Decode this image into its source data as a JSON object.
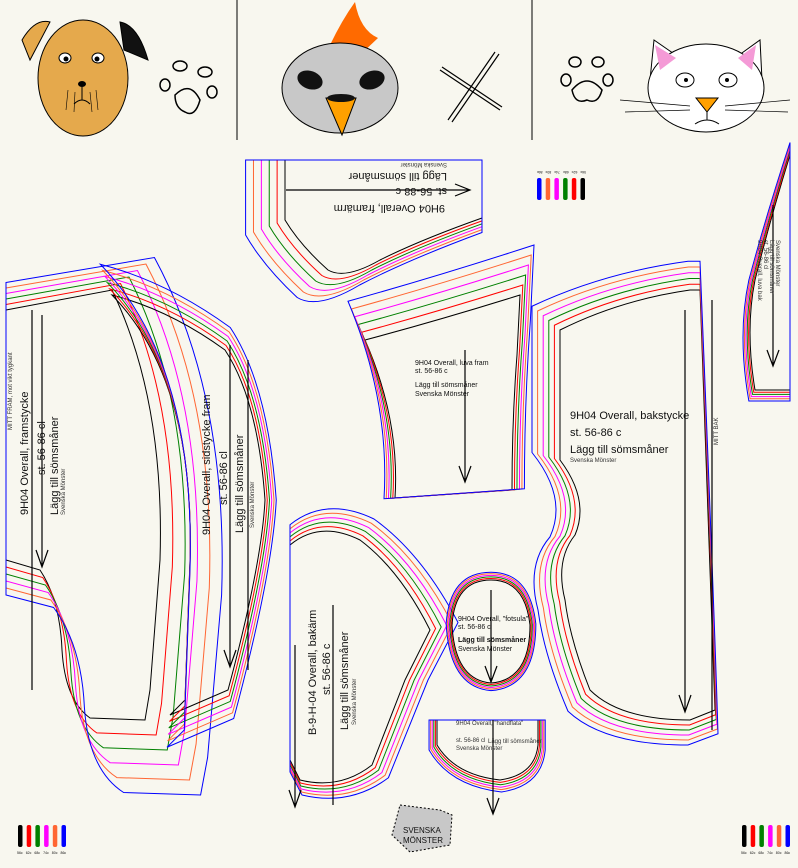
{
  "size_colors": [
    "#000000",
    "#ff0000",
    "#008000",
    "#ff00ff",
    "#ff6633",
    "#0000ff"
  ],
  "size_labels": [
    "56c",
    "62c",
    "68c",
    "74c",
    "80c",
    "86c"
  ],
  "pieces": {
    "framstycke": {
      "title": "9H04 Overall, framstycke",
      "size": "st. 56-86 cl",
      "note": "Lägg till sömsmåner",
      "brand": "Svenska Mönster",
      "fold": "MITT FRAM, mot vikt tygkant"
    },
    "sidstycke": {
      "title": "9H04 Overall, sidstycke fram",
      "size": "st. 56-86 cl",
      "note": "Lägg till sömsmåner",
      "brand": "Svenska Mönster"
    },
    "framarm": {
      "title": "9H04 Overall, framärm",
      "size": "st. 56-88 c",
      "note": "Lägg till sömsmåner",
      "brand": "Svenska Mönster"
    },
    "luva_fram": {
      "title": "9H04 Overall, luva fram",
      "size": "st. 56-86 c",
      "note": "Lägg till sömsmåner",
      "brand": "Svenska Mönster"
    },
    "bakstycke": {
      "title": "9H04 Overall, bakstycke",
      "size": "st. 56-86 c",
      "note": "Lägg till sömsmåner",
      "brand": "Svenska Mönster",
      "fold": "MITT BAK"
    },
    "bakarm": {
      "title": "B-9-H-04 Overall, bakärm",
      "size": "st. 56-86 c",
      "note": "Lägg till sömsmåner",
      "brand": "Svenska Mönster"
    },
    "fotsula": {
      "title": "9H04 Overall, \"fotsula\"",
      "size": "st. 56-86 c",
      "note": "Lägg till sömsmåner",
      "brand": "Svenska Mönster"
    },
    "handflata": {
      "title": "9H04 Overall, \"handflata\"",
      "size": "st. 56-86 cl",
      "note": "Lägg till sömsmåner",
      "brand": "Svenska Mönster"
    },
    "luva_bak": {
      "title": "9H04 Overall, luva bak",
      "size": "st. 56-86 cl",
      "note": "Lägg till sömsmåner",
      "brand": "Svenska Mönster"
    }
  },
  "logo": {
    "line1": "SVENSKA",
    "line2": "MÖNSTER"
  }
}
